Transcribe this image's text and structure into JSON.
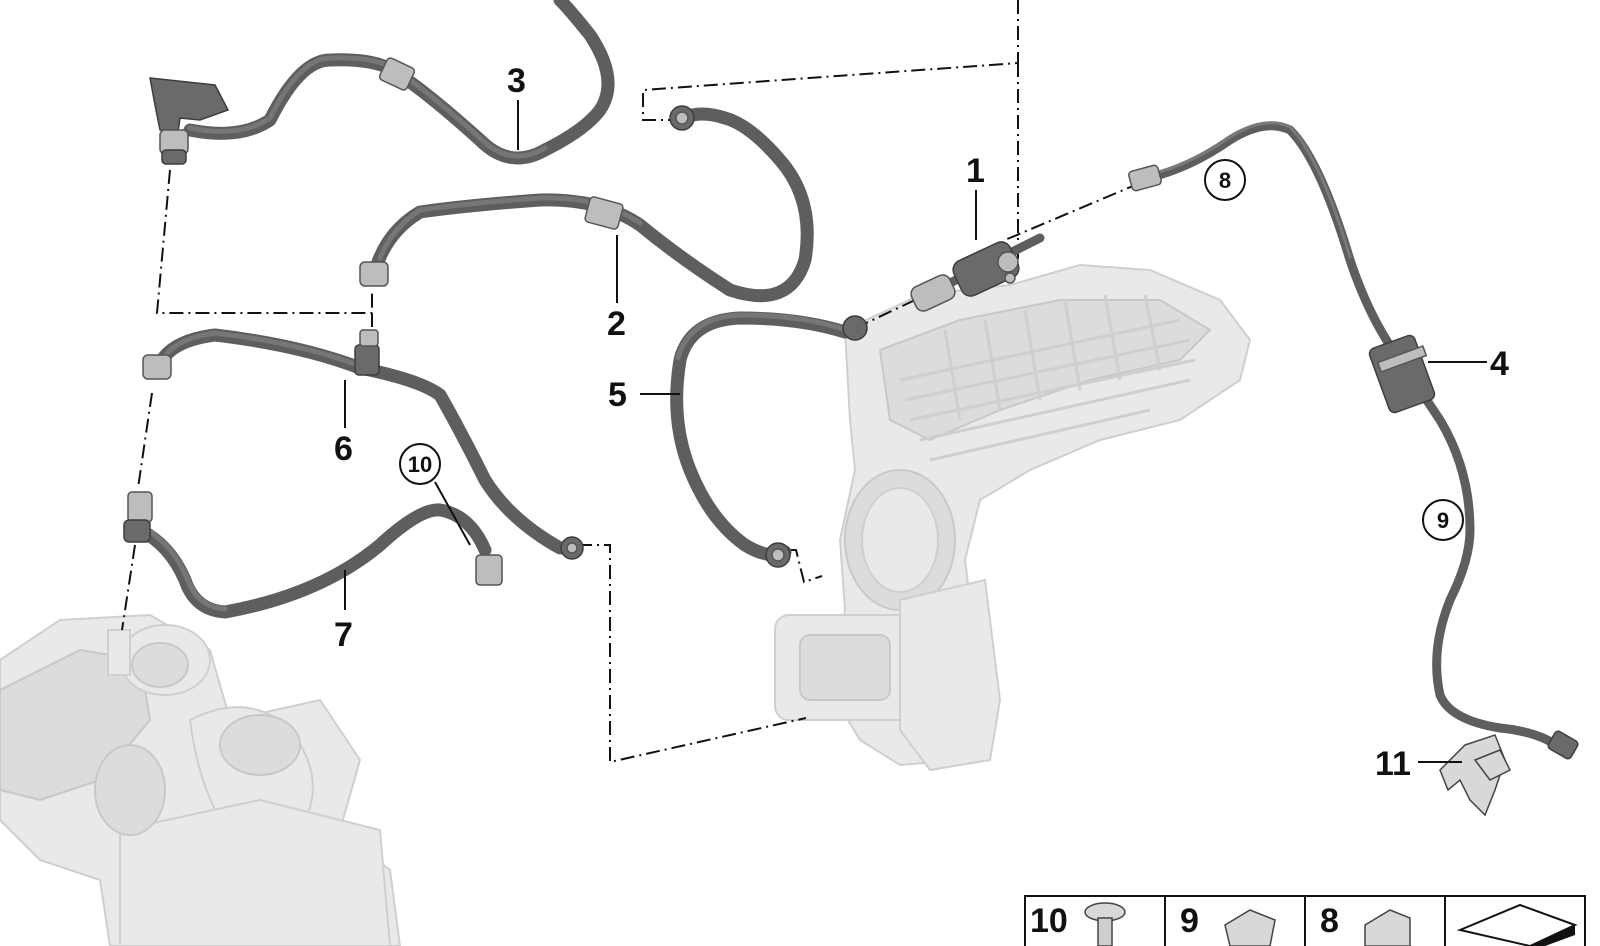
{
  "callouts": {
    "c1": "1",
    "c2": "2",
    "c3": "3",
    "c4": "4",
    "c5": "5",
    "c6": "6",
    "c7": "7",
    "c8": "8",
    "c9": "9",
    "c10": "10",
    "c11": "11"
  },
  "legend": {
    "item_10": "10",
    "item_9": "9",
    "item_8": "8"
  },
  "colors": {
    "hose": "#5e5e5e",
    "background_parts": "#e9e9e9",
    "line": "#111111"
  }
}
